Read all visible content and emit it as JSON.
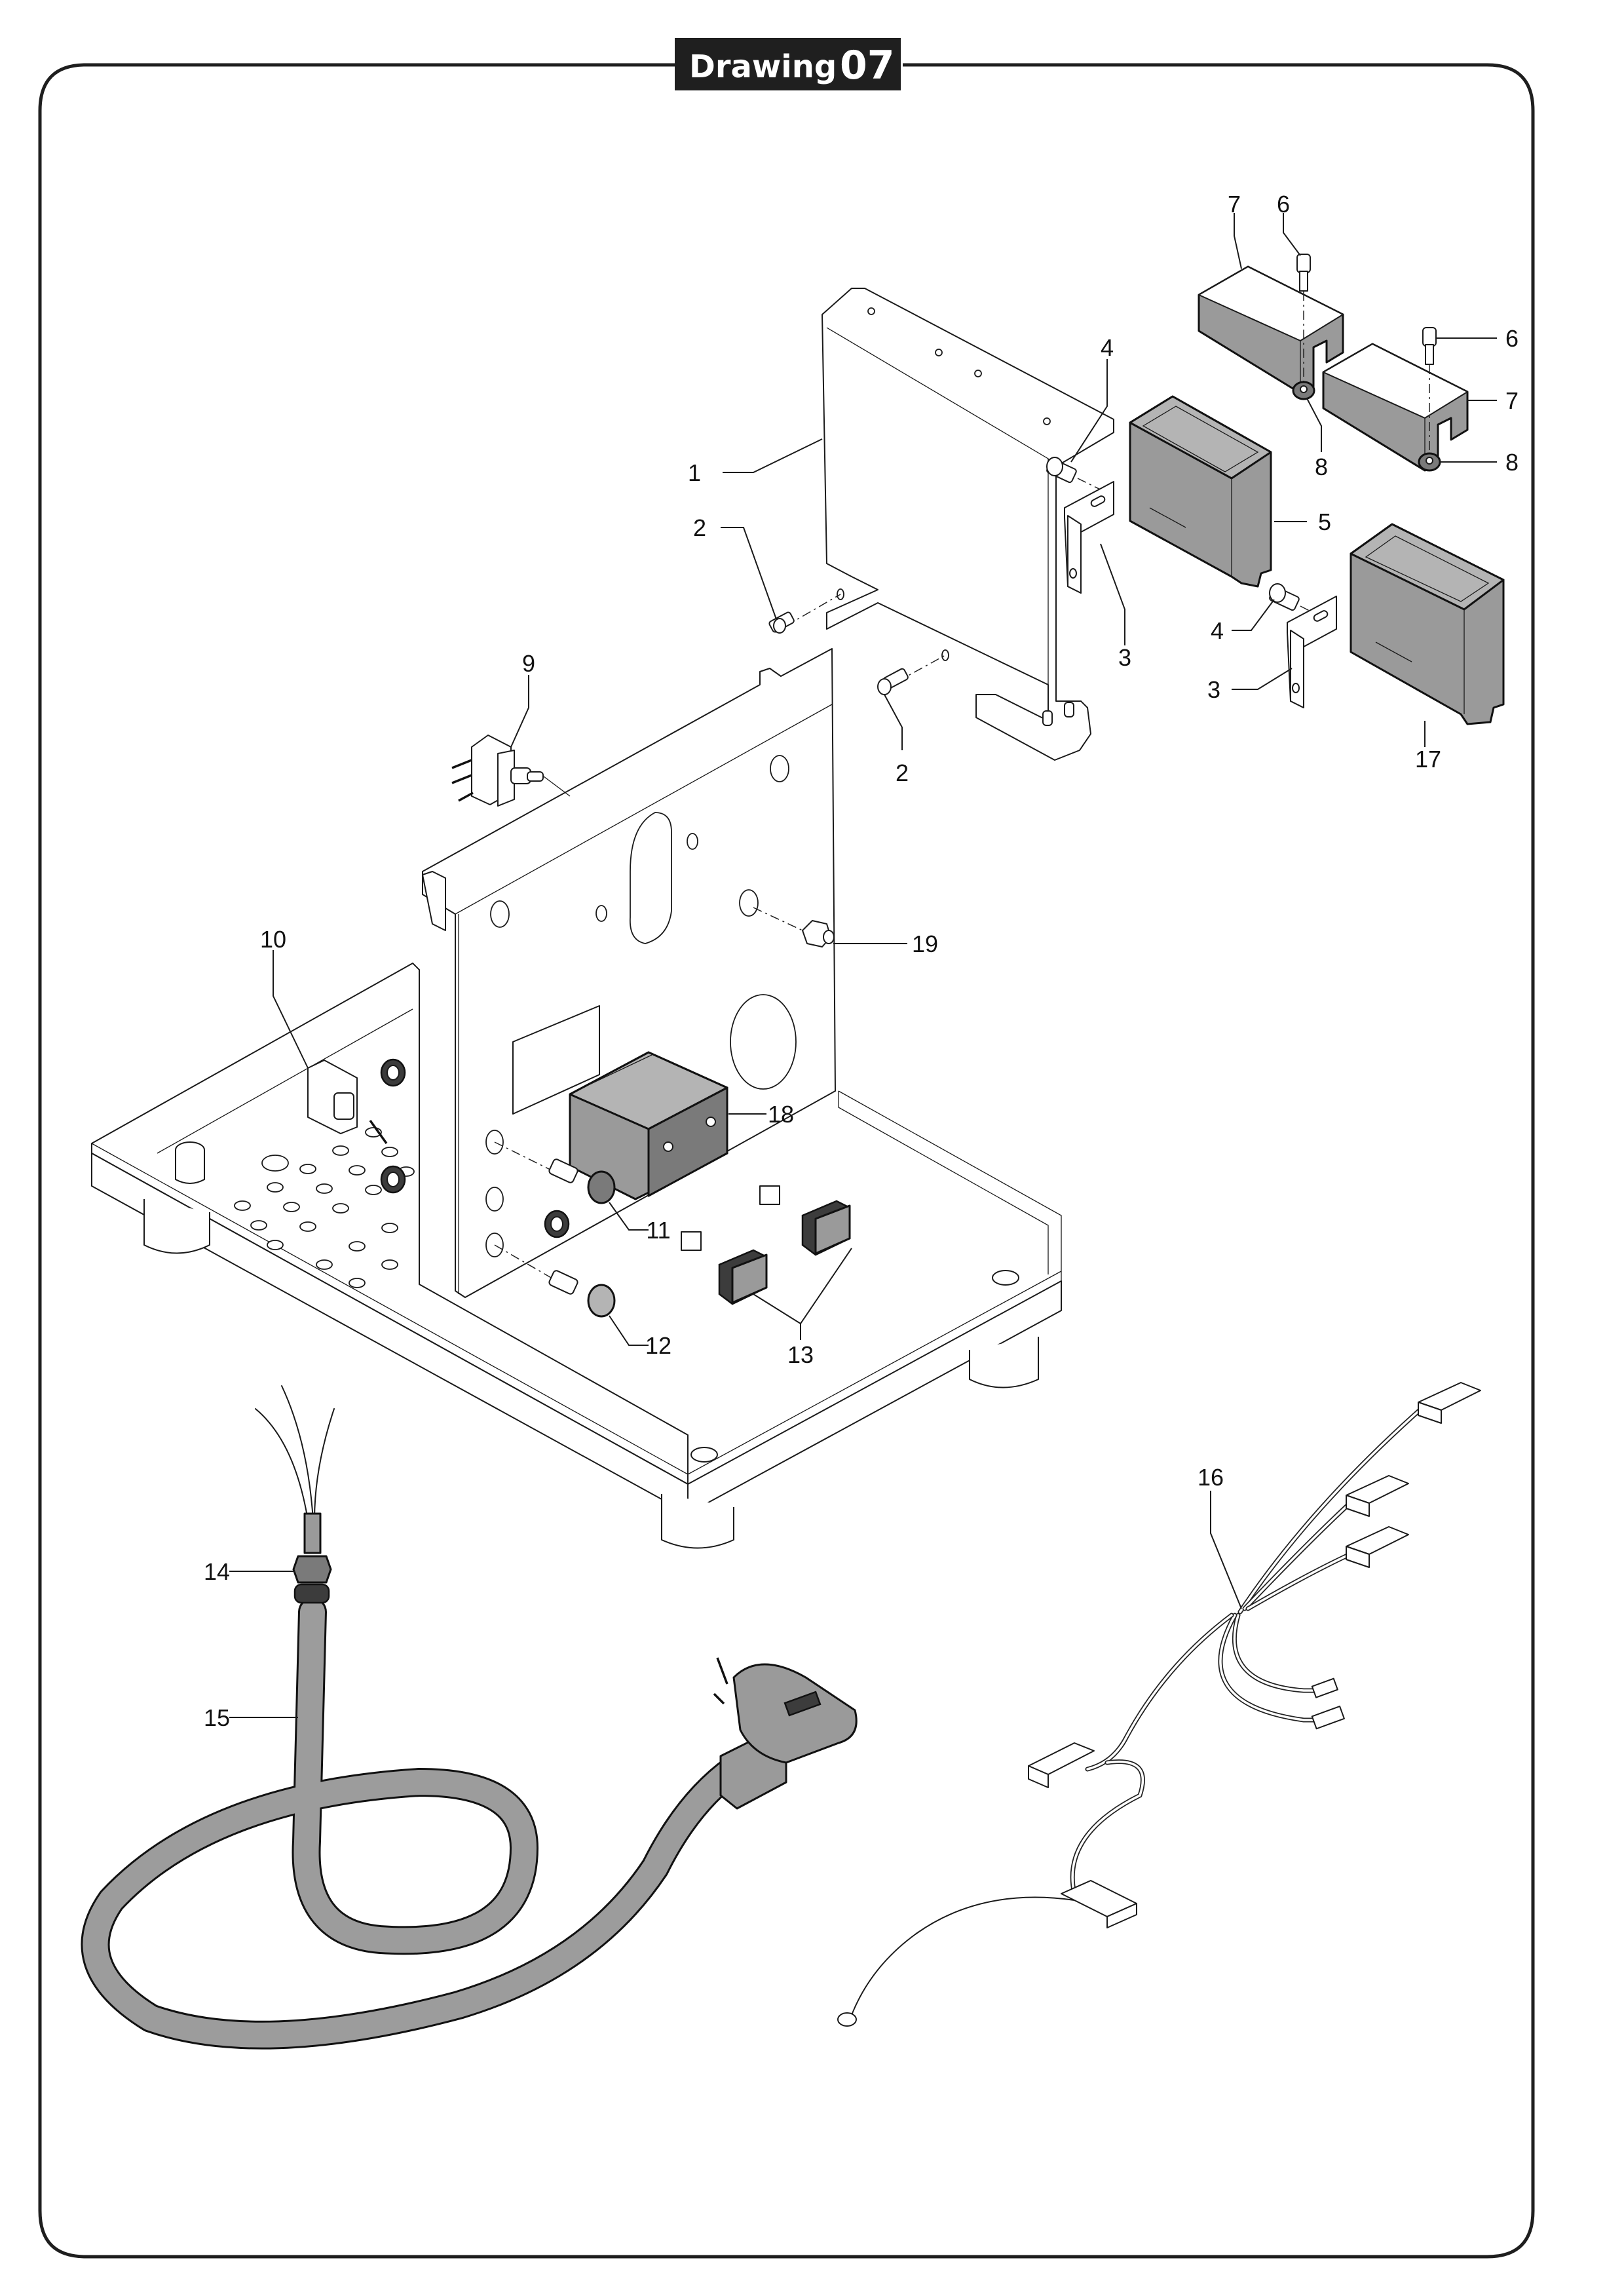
{
  "page": {
    "title_word": "Drawing",
    "title_number": "07"
  },
  "colors": {
    "frame": "#1e1e1e",
    "title_background": "#1f1f1f",
    "title_text": "#ffffff",
    "part_grey": "#9a9a9a",
    "line": "#1a1a1a"
  },
  "callouts": [
    {
      "id": "1",
      "label": "1",
      "part": "electrical-box-bracket"
    },
    {
      "id": "2a",
      "label": "2",
      "part": "screw"
    },
    {
      "id": "2b",
      "label": "2",
      "part": "screw"
    },
    {
      "id": "3a",
      "label": "3",
      "part": "mounting-bracket"
    },
    {
      "id": "3b",
      "label": "3",
      "part": "mounting-bracket"
    },
    {
      "id": "4a",
      "label": "4",
      "part": "screw"
    },
    {
      "id": "4b",
      "label": "4",
      "part": "screw"
    },
    {
      "id": "5",
      "label": "5",
      "part": "control-unit"
    },
    {
      "id": "6a",
      "label": "6",
      "part": "screw"
    },
    {
      "id": "6b",
      "label": "6",
      "part": "screw"
    },
    {
      "id": "7a",
      "label": "7",
      "part": "cover"
    },
    {
      "id": "7b",
      "label": "7",
      "part": "cover"
    },
    {
      "id": "8a",
      "label": "8",
      "part": "nut"
    },
    {
      "id": "8b",
      "label": "8",
      "part": "nut"
    },
    {
      "id": "9",
      "label": "9",
      "part": "micro-switch"
    },
    {
      "id": "10",
      "label": "10",
      "part": "toggle-switch"
    },
    {
      "id": "11",
      "label": "11",
      "part": "indicator-lamp"
    },
    {
      "id": "12",
      "label": "12",
      "part": "indicator-lamp"
    },
    {
      "id": "13",
      "label": "13",
      "part": "rocker-switch"
    },
    {
      "id": "14",
      "label": "14",
      "part": "cable-gland"
    },
    {
      "id": "15",
      "label": "15",
      "part": "power-cord"
    },
    {
      "id": "16",
      "label": "16",
      "part": "wiring-harness"
    },
    {
      "id": "17",
      "label": "17",
      "part": "transformer"
    },
    {
      "id": "18",
      "label": "18",
      "part": "digital-display"
    },
    {
      "id": "19",
      "label": "19",
      "part": "cap-nut"
    }
  ]
}
